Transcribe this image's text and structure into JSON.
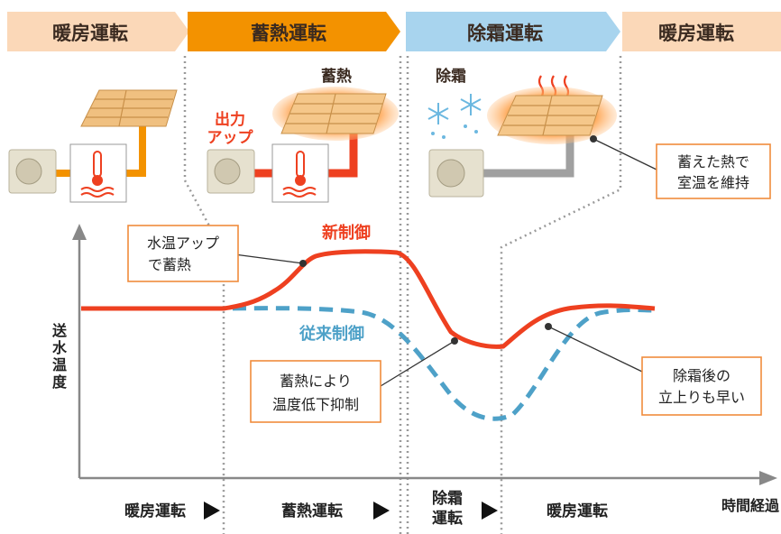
{
  "phase_banner": [
    {
      "label": "暖房運転",
      "bg": "#fbd8b8",
      "fg": "#3a2a20"
    },
    {
      "label": "蓄熱運転",
      "bg": "#f39200",
      "fg": "#3a2a20"
    },
    {
      "label": "除霜運転",
      "bg": "#a8d4ee",
      "fg": "#3a2a20"
    },
    {
      "label": "暖房運転",
      "bg": "#fbd8b8",
      "fg": "#3a2a20"
    }
  ],
  "illustrations": {
    "storage_label": "蓄熱",
    "output_up_label_1": "出力",
    "output_up_label_2": "アップ",
    "defrost_label": "除霜"
  },
  "callouts": {
    "keep_room_temp_1": "蓄えた熱で",
    "keep_room_temp_2": "室温を維持",
    "water_up_1": "水温アップ",
    "water_up_2": "で蓄熱",
    "suppress_1": "蓄熱により",
    "suppress_2": "温度低下抑制",
    "fast_rise_1": "除霜後の",
    "fast_rise_2": "立上りも早い"
  },
  "series_labels": {
    "new_control": "新制御",
    "conventional": "従来制御"
  },
  "axes": {
    "ylabel_chars": [
      "送",
      "水",
      "温",
      "度"
    ],
    "xlabel": "時間経過"
  },
  "bottom_phases": {
    "heating_1": "暖房運転",
    "storage": "蓄熱運転",
    "defrost_1": "除霜",
    "defrost_2": "運転",
    "heating_2": "暖房運転"
  },
  "colors": {
    "new_control": "#ee4020",
    "conventional": "#4ea1c8",
    "accent_orange": "#f39200",
    "callout_border": "#f08c3c",
    "axis": "#888888"
  }
}
